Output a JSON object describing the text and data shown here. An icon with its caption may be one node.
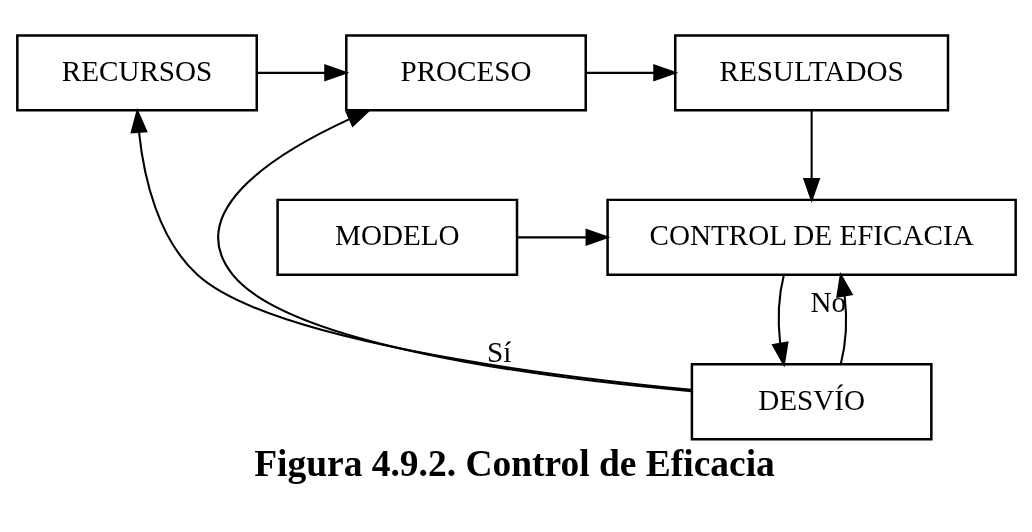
{
  "diagram": {
    "caption": "Figura 4.9.2. Control de Eficacia",
    "nodes": [
      {
        "text": [
          "RECURSOS"
        ]
      },
      {
        "text": [
          "PROCESO"
        ]
      },
      {
        "text": [
          "RESULTADOS"
        ]
      },
      {
        "text": [
          "CONTROL DE EFICACIA"
        ]
      },
      {
        "text": [
          "MODELO"
        ]
      },
      {
        "text": [
          "DESVÍO"
        ]
      }
    ],
    "edges": [
      {
        "from": 0,
        "to": 1,
        "arrow": "to"
      },
      {
        "from": 1,
        "to": 2,
        "arrow": "to"
      },
      {
        "from": 2,
        "to": 3,
        "arrow": "to"
      },
      {
        "from": 4,
        "to": 3,
        "arrow": "to"
      },
      {
        "from": 3,
        "to": 5,
        "arrow": "to"
      },
      {
        "from": 5,
        "to": 0,
        "arrow": "to"
      },
      {
        "from": 5,
        "to": 1,
        "arrow": "to",
        "label": "Sí"
      },
      {
        "from": 5,
        "to": 3,
        "arrow": "to",
        "label": "No"
      }
    ]
  }
}
